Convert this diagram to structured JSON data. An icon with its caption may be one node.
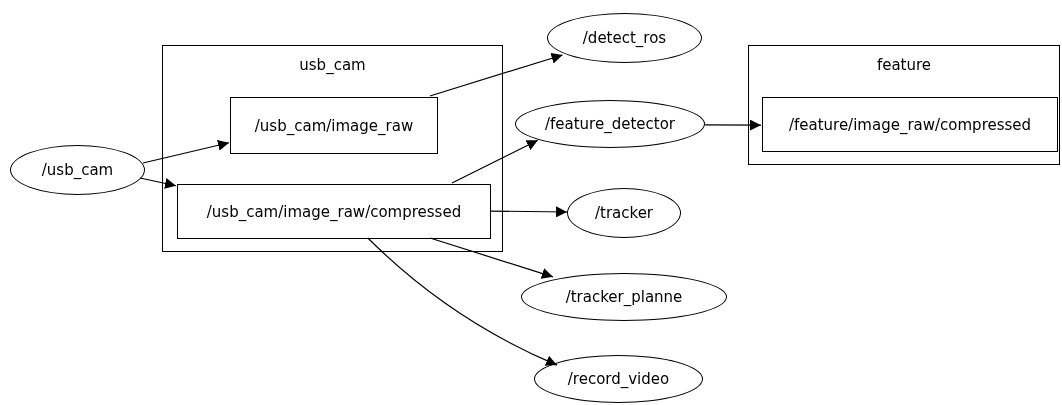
{
  "diagram": {
    "nodes": [
      {
        "text": [
          "/usb_cam"
        ]
      },
      {
        "text": [
          "usb_cam"
        ]
      },
      {
        "text": [
          "/usb_cam/image_raw"
        ],
        "in": 1
      },
      {
        "text": [
          "/usb_cam/image_raw/compressed"
        ],
        "in": 1
      },
      {
        "text": [
          "/detect_ros"
        ]
      },
      {
        "text": [
          "/feature_detector"
        ]
      },
      {
        "text": [
          "feature"
        ]
      },
      {
        "text": [
          "/feature/image_raw/compressed"
        ],
        "in": 6
      },
      {
        "text": [
          "/tracker"
        ]
      },
      {
        "text": [
          "/tracker_planne"
        ]
      },
      {
        "text": [
          "/record_video"
        ]
      }
    ],
    "edges": [
      {
        "from": 0,
        "to": 2,
        "arrow": "to"
      },
      {
        "from": 0,
        "to": 3,
        "arrow": "to"
      },
      {
        "from": 2,
        "to": 4,
        "arrow": "to"
      },
      {
        "from": 3,
        "to": 5,
        "arrow": "to"
      },
      {
        "from": 5,
        "to": 7,
        "arrow": "to"
      },
      {
        "from": 3,
        "to": 8,
        "arrow": "to"
      },
      {
        "from": 3,
        "to": 9,
        "arrow": "to"
      },
      {
        "from": 3,
        "to": 10,
        "arrow": "to"
      }
    ]
  }
}
